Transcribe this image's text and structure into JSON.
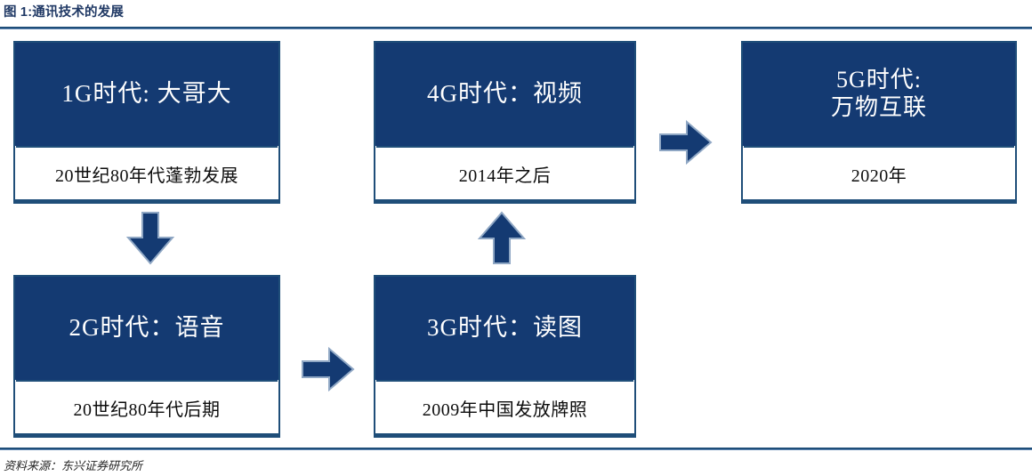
{
  "figure": {
    "title": "图 1:通讯技术的发展",
    "source_note": "资料来源：东兴证券研究所"
  },
  "colors": {
    "header_blue": "#143A72",
    "border_blue": "#1F4E79",
    "title_blue": "#1F3864",
    "arrow_blue": "#143A72",
    "body_white": "#FFFFFF",
    "body_text": "#0D0D0D"
  },
  "nodes": [
    {
      "id": "1g",
      "title": "1G时代: 大哥大",
      "title_line2": "",
      "subtitle": "20世纪80年代蓬勃发展"
    },
    {
      "id": "4g",
      "title": "4G时代：视频",
      "title_line2": "",
      "subtitle": "2014年之后"
    },
    {
      "id": "5g",
      "title": "5G时代:",
      "title_line2": "万物互联",
      "subtitle": "2020年"
    },
    {
      "id": "2g",
      "title": "2G时代：语音",
      "title_line2": "",
      "subtitle": "20世纪80年代后期"
    },
    {
      "id": "3g",
      "title": "3G时代：读图",
      "title_line2": "",
      "subtitle": "2009年中国发放牌照"
    }
  ],
  "arrows": [
    {
      "id": "1g-2g",
      "direction": "down",
      "from": "1G时代: 大哥大",
      "to": "2G时代：语音"
    },
    {
      "id": "2g-3g",
      "direction": "right",
      "from": "2G时代：语音",
      "to": "3G时代：读图"
    },
    {
      "id": "3g-4g",
      "direction": "up",
      "from": "3G时代：读图",
      "to": "4G时代：视频"
    },
    {
      "id": "4g-5g",
      "direction": "right",
      "from": "4G时代：视频",
      "to": "5G时代:万物互联"
    }
  ]
}
